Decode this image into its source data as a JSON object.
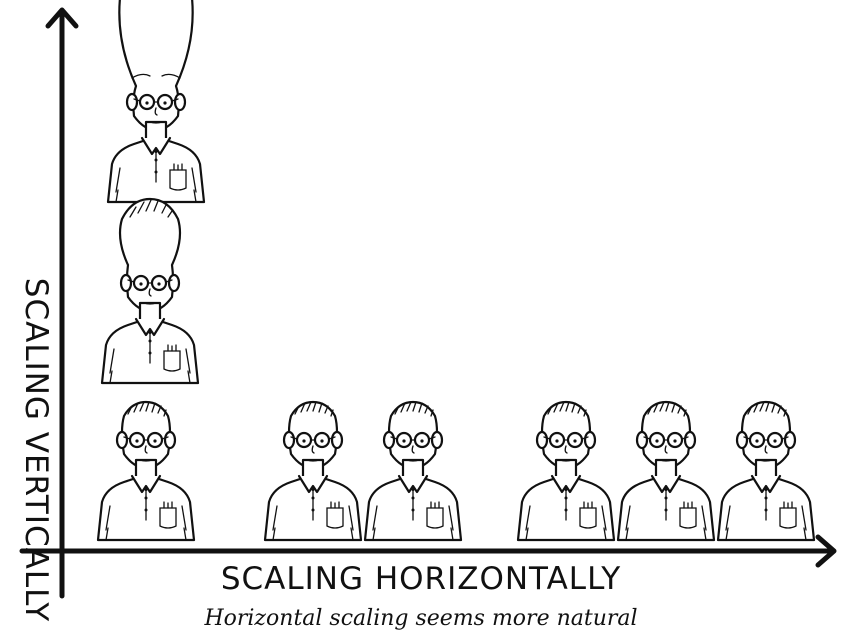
{
  "axes": {
    "x_label": "SCALING HORIZONTALLY",
    "y_label": "SCALING VERTICALLY"
  },
  "caption": "Horizontal scaling seems more natural",
  "figures": {
    "vertical_stack": [
      {
        "name": "tall-head-figure",
        "head_scale": 2.0
      },
      {
        "name": "medium-head-figure",
        "head_scale": 1.5
      },
      {
        "name": "normal-figure",
        "head_scale": 1.0
      }
    ],
    "horizontal_groups": [
      {
        "count": 1
      },
      {
        "count": 2
      },
      {
        "count": 3
      }
    ]
  }
}
